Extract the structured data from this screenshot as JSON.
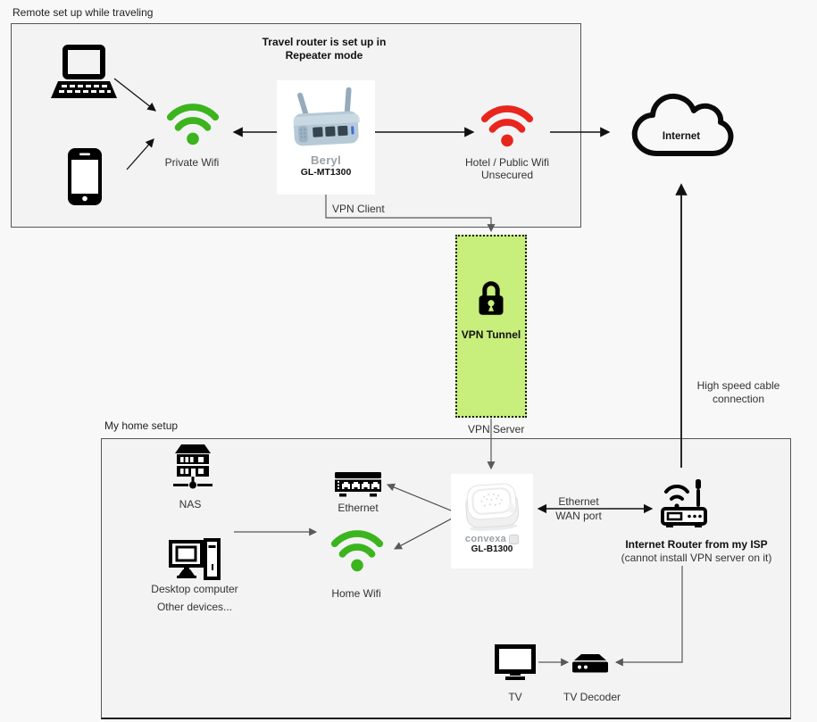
{
  "colors": {
    "background": "#f8f8f8",
    "box_fill": "#f3f3f4",
    "wifi_green": "#3cb41e",
    "wifi_red": "#e8261d",
    "tunnel_green": "#c8ee7b",
    "connector_black": "#111111",
    "connector_grey": "#595959"
  },
  "icons": {
    "laptop-icon": "black laptop pictogram",
    "smartphone-icon": "black smartphone pictogram",
    "wifi-icon-green": "green wifi waves with dot",
    "wifi-icon-red": "red wifi waves with dot",
    "cloud-icon": "outlined internet cloud",
    "lock-icon": "black padlock",
    "nas-icon": "building over network link",
    "ethernet-switch-icon": "black switch with 4 ports",
    "desktop-computer-icon": "monitor plus tower",
    "isp-router-icon": "modem with wifi and antenna",
    "tv-icon": "television screen with stand",
    "tv-decoder-icon": "set-top box with two dots",
    "travel-router-image": "Beryl GL-MT1300 product photo",
    "home-router-image": "Convexa GL-B1300 product photo",
    "convexa-logo-mark": "grey rounded square brand mark"
  },
  "travel": {
    "box_label": "Remote set up while traveling",
    "note_line1": "Travel router is set up in",
    "note_line2": "Repeater mode",
    "private_wifi": "Private Wifi",
    "hotel_wifi_line1": "Hotel / Public Wifi",
    "hotel_wifi_line2": "Unsecured",
    "router_name": "Beryl",
    "router_model": "GL-MT1300",
    "vpn_client": "VPN Client"
  },
  "internet": {
    "label": "Internet"
  },
  "vpn_tunnel": {
    "label": "VPN Tunnel",
    "server_label": "VPN Server"
  },
  "isp_link": {
    "line1": "High speed cable",
    "line2": "connection"
  },
  "home": {
    "box_label": "My home setup",
    "nas": "NAS",
    "ethernet": "Ethernet",
    "desktop": "Desktop computer",
    "other_devices": "Other devices...",
    "home_wifi": "Home Wifi",
    "router_brand": "convexa",
    "router_model": "GL-B1300",
    "wan_line1": "Ethernet",
    "wan_line2": "WAN port",
    "isp_router_line1": "Internet Router from my ISP",
    "isp_router_line2": "(cannot install VPN server on it)",
    "tv": "TV",
    "tv_decoder": "TV Decoder"
  }
}
